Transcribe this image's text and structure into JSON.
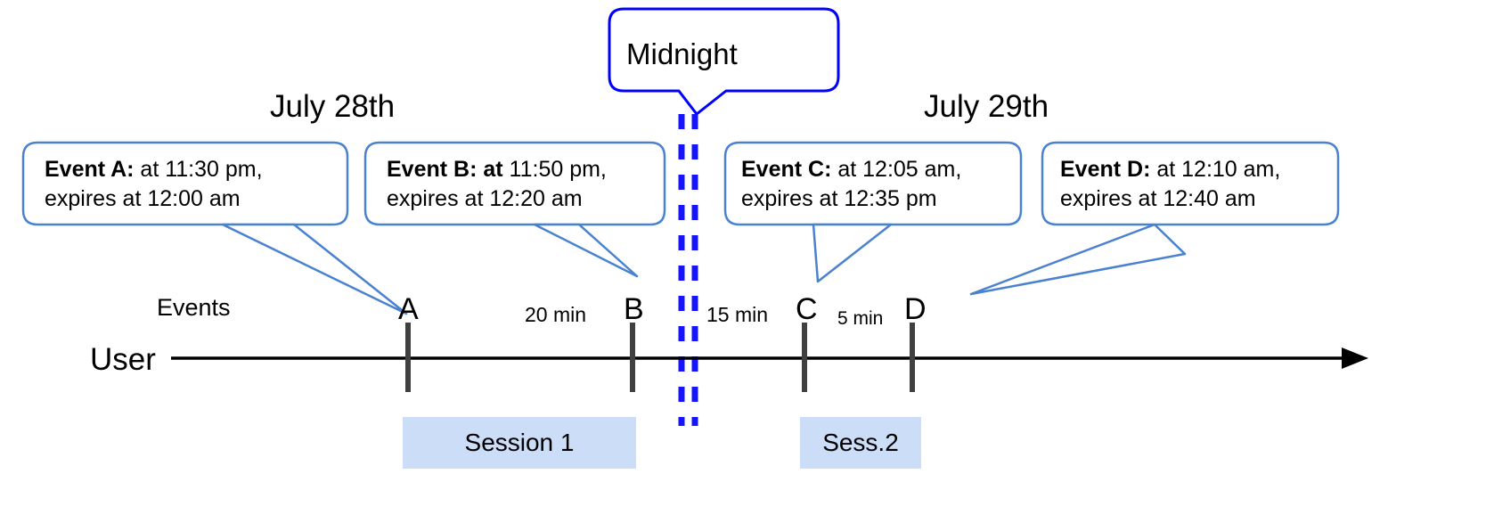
{
  "diagram": {
    "title_callout": {
      "label": "Midnight",
      "border_color": "#0000ff"
    },
    "dates": {
      "left": "July 28th",
      "right": "July 29th"
    },
    "row_labels": {
      "events": "Events",
      "user": "User"
    },
    "colors": {
      "callout_border": "#4a82d0",
      "midnight_border": "#0000ff",
      "midnight_dashes": "#1414ff",
      "tick": "#404040",
      "axis": "#000000",
      "session_fill": "#ccddf8",
      "leader_line": "#4a82d0"
    },
    "callouts": [
      {
        "id": "A",
        "bold": "Event A:",
        "line1_rest": " at 11:30 pm,",
        "line2": "expires at 12:00 am"
      },
      {
        "id": "B",
        "bold": "Event B: at",
        "line1_rest": " 11:50 pm,",
        "line2": "expires at 12:20 am"
      },
      {
        "id": "C",
        "bold": "Event C:",
        "line1_rest": " at 12:05 am,",
        "line2": "expires at 12:35 pm"
      },
      {
        "id": "D",
        "bold": "Event D:",
        "line1_rest": "  at 12:10 am,",
        "line2": "expires at 12:40 am"
      }
    ],
    "events": [
      {
        "letter": "A"
      },
      {
        "letter": "B"
      },
      {
        "letter": "C"
      },
      {
        "letter": "D"
      }
    ],
    "gaps": [
      {
        "label": "20 min"
      },
      {
        "label": "15 min"
      },
      {
        "label": "5 min"
      }
    ],
    "sessions": [
      {
        "label": "Session 1"
      },
      {
        "label": "Sess.2"
      }
    ]
  }
}
